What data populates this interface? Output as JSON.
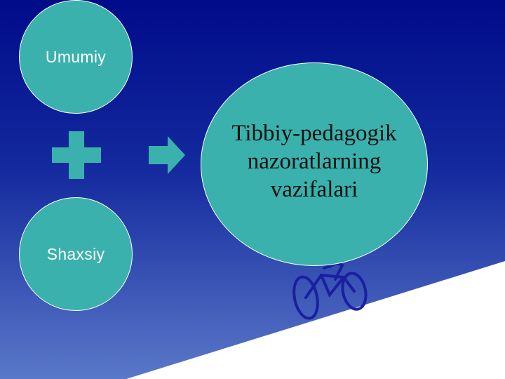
{
  "slide": {
    "title_lines": [
      "Tibbiy-pedagogik",
      "nazoratlarning",
      "vazifalari"
    ],
    "left_items": [
      "Umumiy",
      "Shaxsiy"
    ]
  },
  "colors": {
    "bg_top": "#000b8a",
    "bg_bottom": "#5a78c8",
    "circle_fill": "#3ab1ad",
    "circle_border": "#ffffff",
    "connector": "#3ab1ad",
    "corner_band": "#ffffff",
    "cyclist": "#1a1fa0"
  },
  "icons": {
    "plus": "plus-icon",
    "arrow": "arrow-right-icon",
    "decoration": "cyclist-icon"
  }
}
